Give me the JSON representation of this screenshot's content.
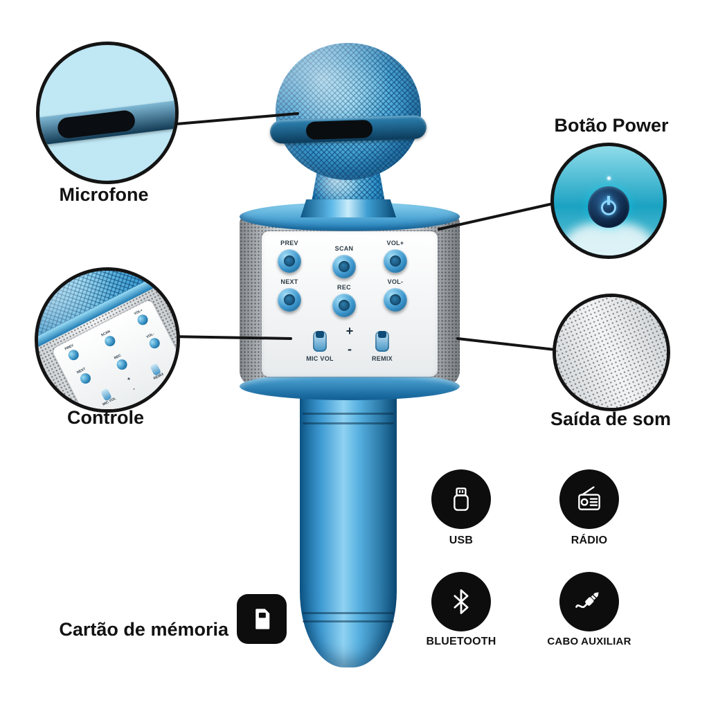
{
  "callouts": {
    "microfone": "Microfone",
    "botao_power": "Botão Power",
    "controle": "Controle",
    "saida_de_som": "Saída de som",
    "cartao_de_memoria": "Cartão de mémoria"
  },
  "features": [
    {
      "label": "USB",
      "icon": "usb-icon"
    },
    {
      "label": "RÁDIO",
      "icon": "radio-icon"
    },
    {
      "label": "BLUETOOTH",
      "icon": "bluetooth-icon"
    },
    {
      "label": "CABO AUXILIAR",
      "icon": "audio-jack-icon"
    }
  ],
  "panel": {
    "row1": [
      "PREV",
      "SCAN",
      "VOL+"
    ],
    "row2": [
      "NEXT",
      "REC",
      "VOL-"
    ],
    "plus": "+",
    "minus": "-",
    "sliders": [
      "MIC VOL",
      "REMIX"
    ]
  },
  "colors": {
    "mic_blue": "#3B9FD6",
    "handle_blue": "#2F8FC9",
    "body_silver": "#D8DADC",
    "line_black": "#141414",
    "icon_black": "#0D0D0D"
  }
}
